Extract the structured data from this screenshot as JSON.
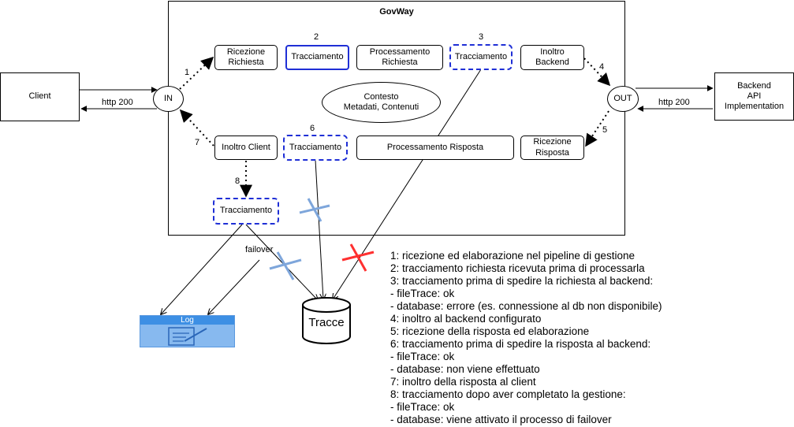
{
  "diagram": {
    "title": "GovWay",
    "nodes": {
      "client": "Client",
      "backend": "Backend\nAPI\nImplementation",
      "in": "IN",
      "out": "OUT",
      "ricezione_richiesta": "Ricezione\nRichiesta",
      "tracciamento_2": "Tracciamento",
      "processamento_richiesta": "Processamento\nRichiesta",
      "tracciamento_3": "Tracciamento",
      "inoltro_backend": "Inoltro\nBackend",
      "contesto": "Contesto\nMetadati, Contenuti",
      "inoltro_client": "Inoltro Client",
      "tracciamento_6": "Tracciamento",
      "processamento_risposta": "Processamento Risposta",
      "ricezione_risposta": "Ricezione\nRisposta",
      "tracciamento_8": "Tracciamento",
      "tracce": "Tracce",
      "log": "Log"
    },
    "edge_labels": {
      "http_200_client": "http 200",
      "http_200_backend": "http 200",
      "failover": "failover"
    },
    "step_numbers": [
      "1",
      "2",
      "3",
      "4",
      "5",
      "6",
      "7",
      "8"
    ],
    "colors": {
      "tracciamento_border": "#1f2fd6",
      "blue_cross": "#7ea6db",
      "red_cross": "#ff3030",
      "log_fill": "#87b9ef",
      "log_header": "#3d8fe4"
    },
    "notes": [
      "1: ricezione ed elaborazione nel pipeline di gestione",
      "2: tracciamento richiesta ricevuta prima di processarla",
      "3: tracciamento prima di spedire la richiesta al backend:",
      "- fileTrace: ok",
      "- database: errore (es. connessione al db non disponibile)",
      "4: inoltro al backend configurato",
      "5: ricezione della risposta ed elaborazione",
      "6: tracciamento prima di spedire la risposta al backend:",
      "- fileTrace: ok",
      "- database: non viene effettuato",
      "7: inoltro della risposta al client",
      "8: tracciamento dopo aver completato la gestione:",
      "- fileTrace: ok",
      "- database: viene attivato il processo di failover"
    ]
  }
}
